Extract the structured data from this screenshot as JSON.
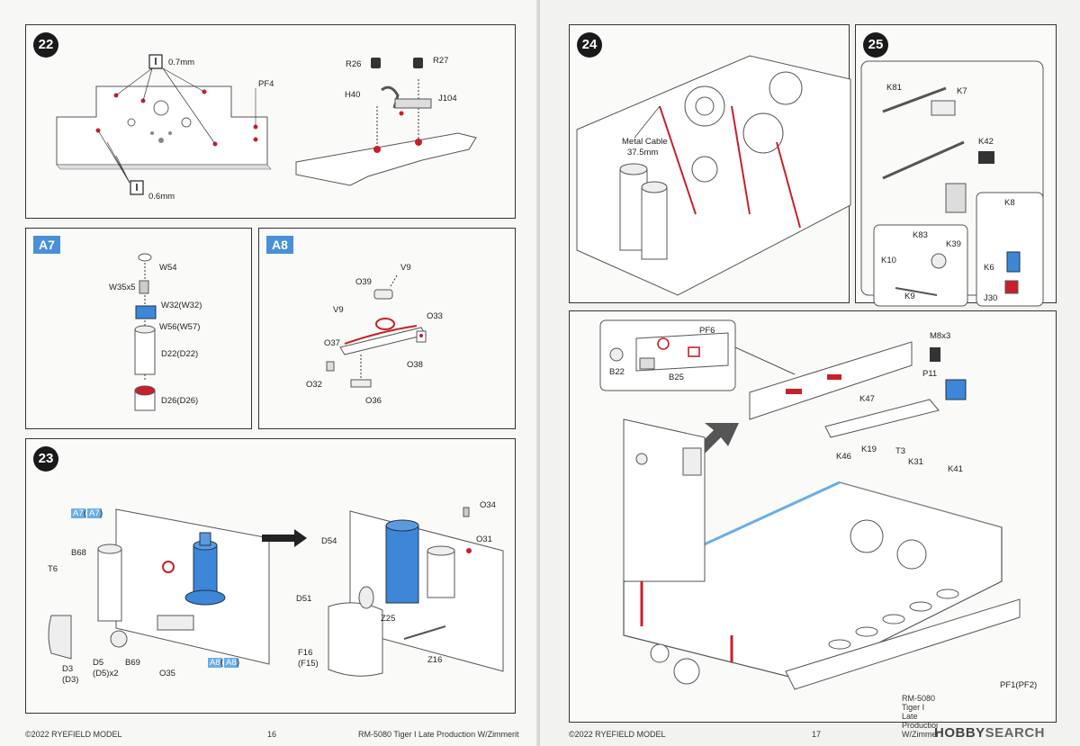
{
  "left": {
    "step22": {
      "num": "22",
      "drill_top": "0.7mm",
      "drill_bottom": "0.6mm",
      "pf4": "PF4",
      "r26": "R26",
      "r27": "R27",
      "h40": "H40",
      "j104": "J104"
    },
    "a7": {
      "tag": "A7",
      "w54": "W54",
      "w35": "W35x5",
      "w32": "W32(W32)",
      "w56": "W56(W57)",
      "d22": "D22(D22)",
      "d26": "D26(D26)"
    },
    "a8": {
      "tag": "A8",
      "v9a": "V9",
      "v9b": "V9",
      "o39": "O39",
      "o33": "O33",
      "o37": "O37",
      "o38": "O38",
      "o32": "O32",
      "o36": "O36"
    },
    "step23": {
      "num": "23",
      "a7ref": "A7",
      "a7ref2": "A7",
      "b68": "B68",
      "t6": "T6",
      "d3": "D3",
      "d3b": "(D3)",
      "d5": "D5",
      "d5b": "(D5)x2",
      "b69": "B69",
      "o35": "O35",
      "a8ref": "A8",
      "a8ref2": "A8",
      "d54": "D54",
      "d51": "D51",
      "z25": "Z25",
      "f16": "F16",
      "f15": "(F15)",
      "o34": "O34",
      "o31": "O31",
      "z16": "Z16"
    },
    "footer_copyright": "©2022 RYEFIELD MODEL",
    "footer_page": "16",
    "footer_title": "RM-5080 Tiger I Late Production W/Zimmerit"
  },
  "right": {
    "step24": {
      "num": "24",
      "cable1": "Metal Cable",
      "cable2": "37.5mm"
    },
    "step25": {
      "num": "25",
      "k81": "K81",
      "k7": "K7",
      "k42": "K42",
      "k8": "K8",
      "k83": "K83",
      "k39": "K39",
      "k10": "K10",
      "k9": "K9",
      "k6": "K6",
      "j30": "J30"
    },
    "main": {
      "pf6": "PF6",
      "b22": "B22",
      "b25": "B25",
      "m8x3": "M8x3",
      "p11": "P11",
      "k47": "K47",
      "k46": "K46",
      "k19": "K19",
      "t3": "T3",
      "k31": "K31",
      "k41": "K41",
      "pf1": "PF1(PF2)"
    },
    "footer_copyright": "©2022 RYEFIELD MODEL",
    "footer_page": "17",
    "footer_title": "RM-5080 Tiger I Late Production W/Zimmerit",
    "watermark_a": "HOBBY",
    "watermark_b": "SEARCH"
  },
  "colors": {
    "accent_red": "#c8202a",
    "accent_blue": "#4a90d9",
    "part_blue": "#3d86d8"
  }
}
